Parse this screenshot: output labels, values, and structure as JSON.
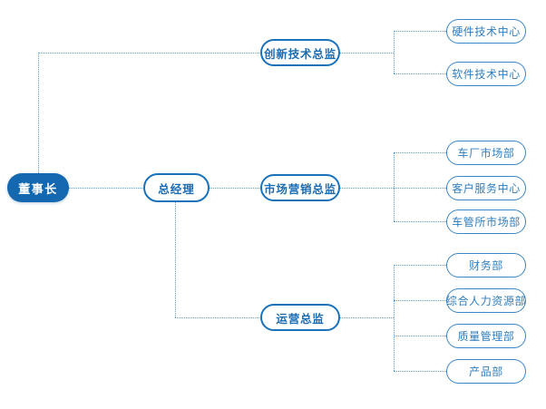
{
  "diagram": {
    "title": "Organizational Structure Chart",
    "type": "org-chart",
    "colors": {
      "root_fill": "#1368b0",
      "root_text": "#ffffff",
      "branch_border": "#1a72ba",
      "branch_text": "#1a6cb3",
      "leaf_border": "#3a86c6",
      "leaf_text": "#2f7ebd",
      "connector": "#5b9bd0",
      "background": "#ffffff"
    },
    "root": {
      "label": "董事长"
    },
    "level1": {
      "label": "总经理"
    },
    "branches": [
      {
        "label": "创新技术总监",
        "children": [
          {
            "label": "硬件技术中心"
          },
          {
            "label": "软件技术中心"
          }
        ]
      },
      {
        "label": "市场营销总监",
        "children": [
          {
            "label": "车厂市场部"
          },
          {
            "label": "客户服务中心"
          },
          {
            "label": "车管所市场部"
          }
        ]
      },
      {
        "label": "运营总监",
        "children": [
          {
            "label": "财务部"
          },
          {
            "label": "综合人力资源部"
          },
          {
            "label": "质量管理部"
          },
          {
            "label": "产品部"
          }
        ]
      }
    ]
  }
}
